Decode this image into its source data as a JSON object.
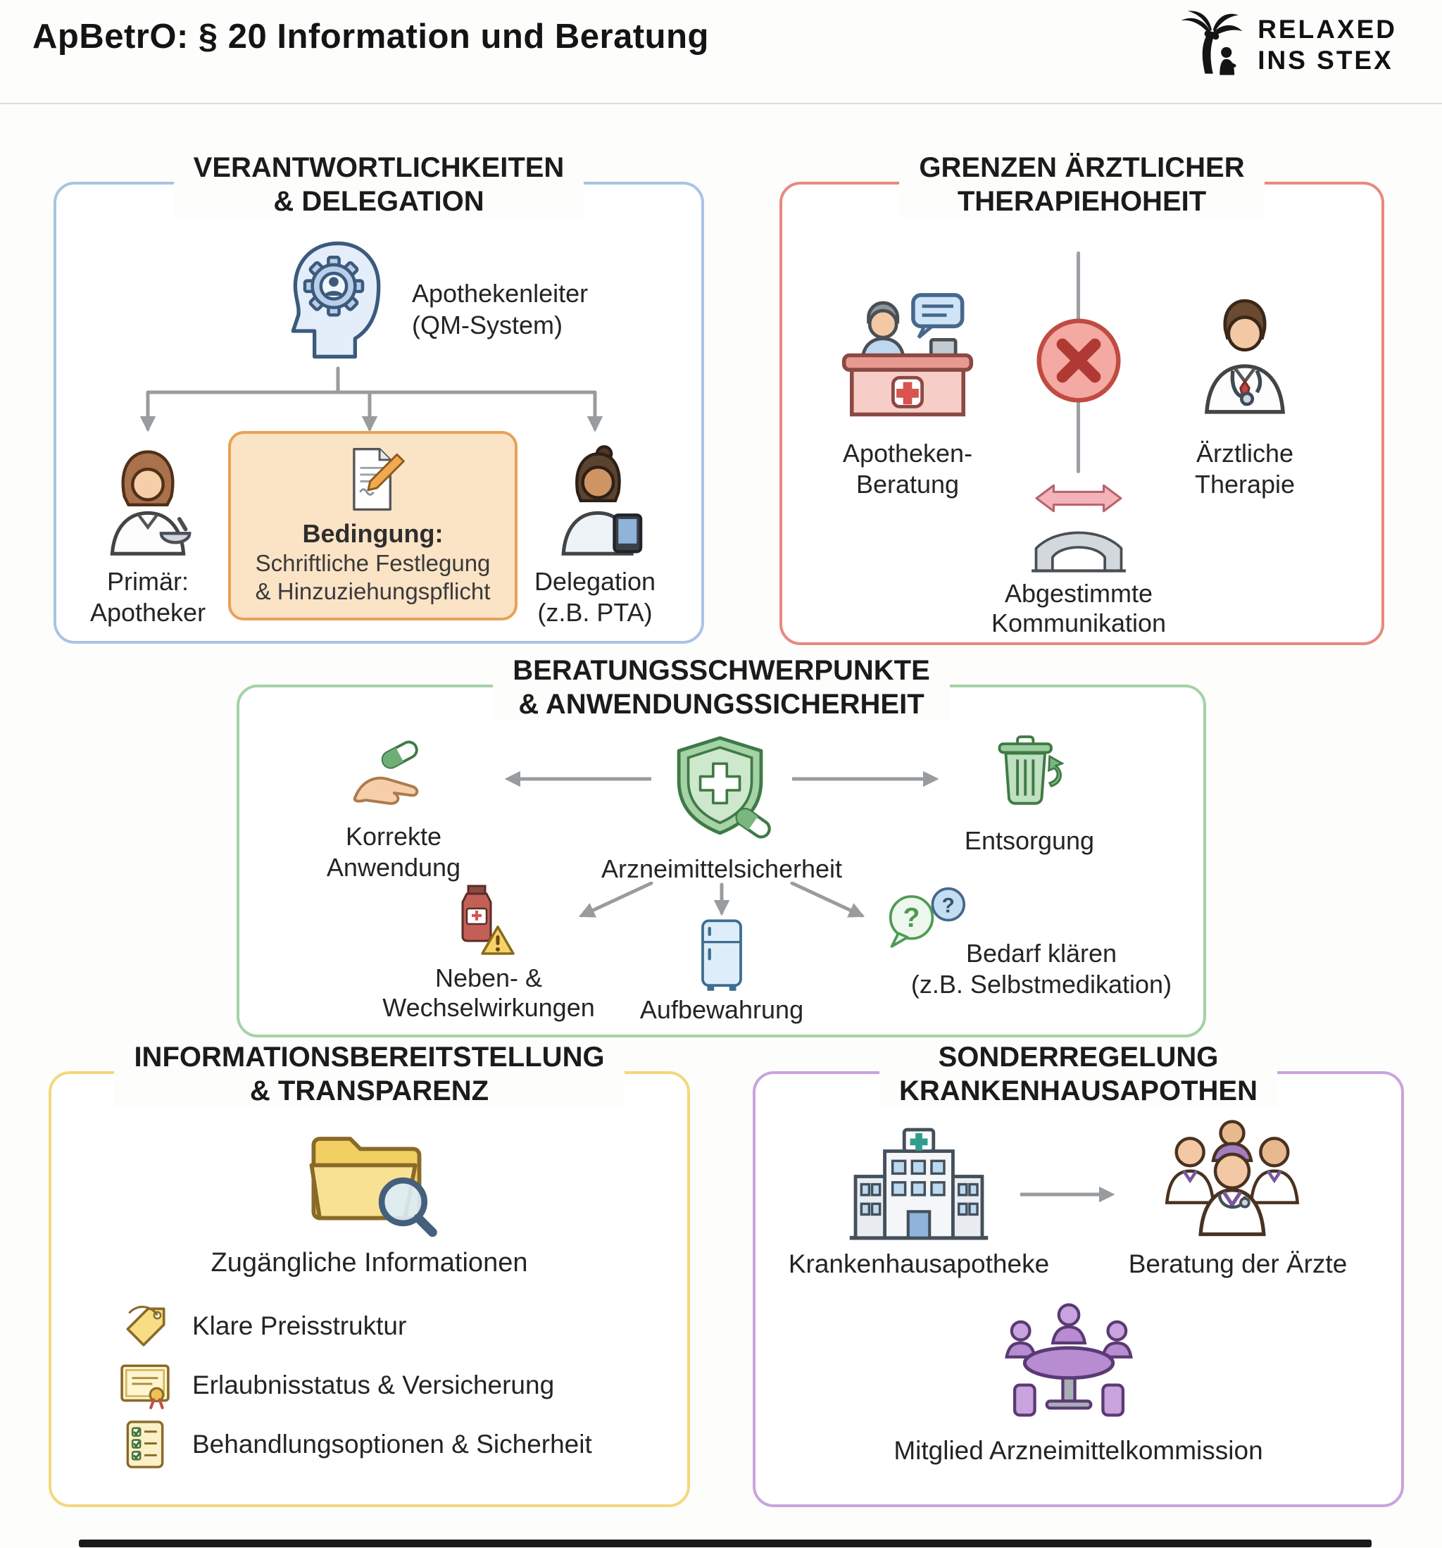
{
  "header": {
    "title": "ApBetrO: § 20 Information und Beratung",
    "logo_line1": "RELAXED",
    "logo_line2": "INS STEX"
  },
  "colors": {
    "blue": "#a9c3e6",
    "red": "#e8897e",
    "green": "#a4d2a6",
    "yellow": "#f2d87d",
    "purple": "#c9a3dd",
    "orange_border": "#e8a157",
    "orange_fill": "#fbe3c6",
    "connector_gray": "#989c9f"
  },
  "delegation": {
    "title1": "VERANTWORTLICHKEITEN",
    "title2": "& DELEGATION",
    "leader1": "Apothekenleiter",
    "leader2": "(QM-System)",
    "primary1": "Primär:",
    "primary2": "Apotheker",
    "cond_title": "Bedingung:",
    "cond1": "Schriftliche Festlegung",
    "cond2": "& Hinzuziehungspflicht",
    "deleg1": "Delegation",
    "deleg2": "(z.B. PTA)"
  },
  "grenzen": {
    "title1": "GRENZEN ÄRZTLICHER",
    "title2": "THERAPIEHOHEIT",
    "left1": "Apotheken-",
    "left2": "Beratung",
    "right1": "Ärztliche",
    "right2": "Therapie",
    "bottom1": "Abgestimmte",
    "bottom2": "Kommunikation"
  },
  "beratung": {
    "title1": "BERATUNGSSCHWERPUNKTE",
    "title2": "& ANWENDUNGSSICHERHEIT",
    "center": "Arzneimittelsicherheit",
    "anwendung1": "Korrekte",
    "anwendung2": "Anwendung",
    "entsorgung": "Entsorgung",
    "neben1": "Neben- &",
    "neben2": "Wechselwirkungen",
    "aufbewahrung": "Aufbewahrung",
    "bedarf1": "Bedarf klären",
    "bedarf2": "(z.B. Selbstmedikation)"
  },
  "information": {
    "title1": "INFORMATIONSBEREITSTELLUNG",
    "title2": "& TRANSPARENZ",
    "folder": "Zugängliche Informationen",
    "items": [
      "Klare Preisstruktur",
      "Erlaubnisstatus & Versicherung",
      "Behandlungsoptionen & Sicherheit"
    ]
  },
  "sonderregelung": {
    "title1": "SONDERREGELUNG",
    "title2": "KRANKENHAUSAPOTHEN",
    "hospital": "Krankenhausapotheke",
    "doctors": "Beratung der Ärzte",
    "committee": "Mitglied Arzneimittelkommission"
  }
}
